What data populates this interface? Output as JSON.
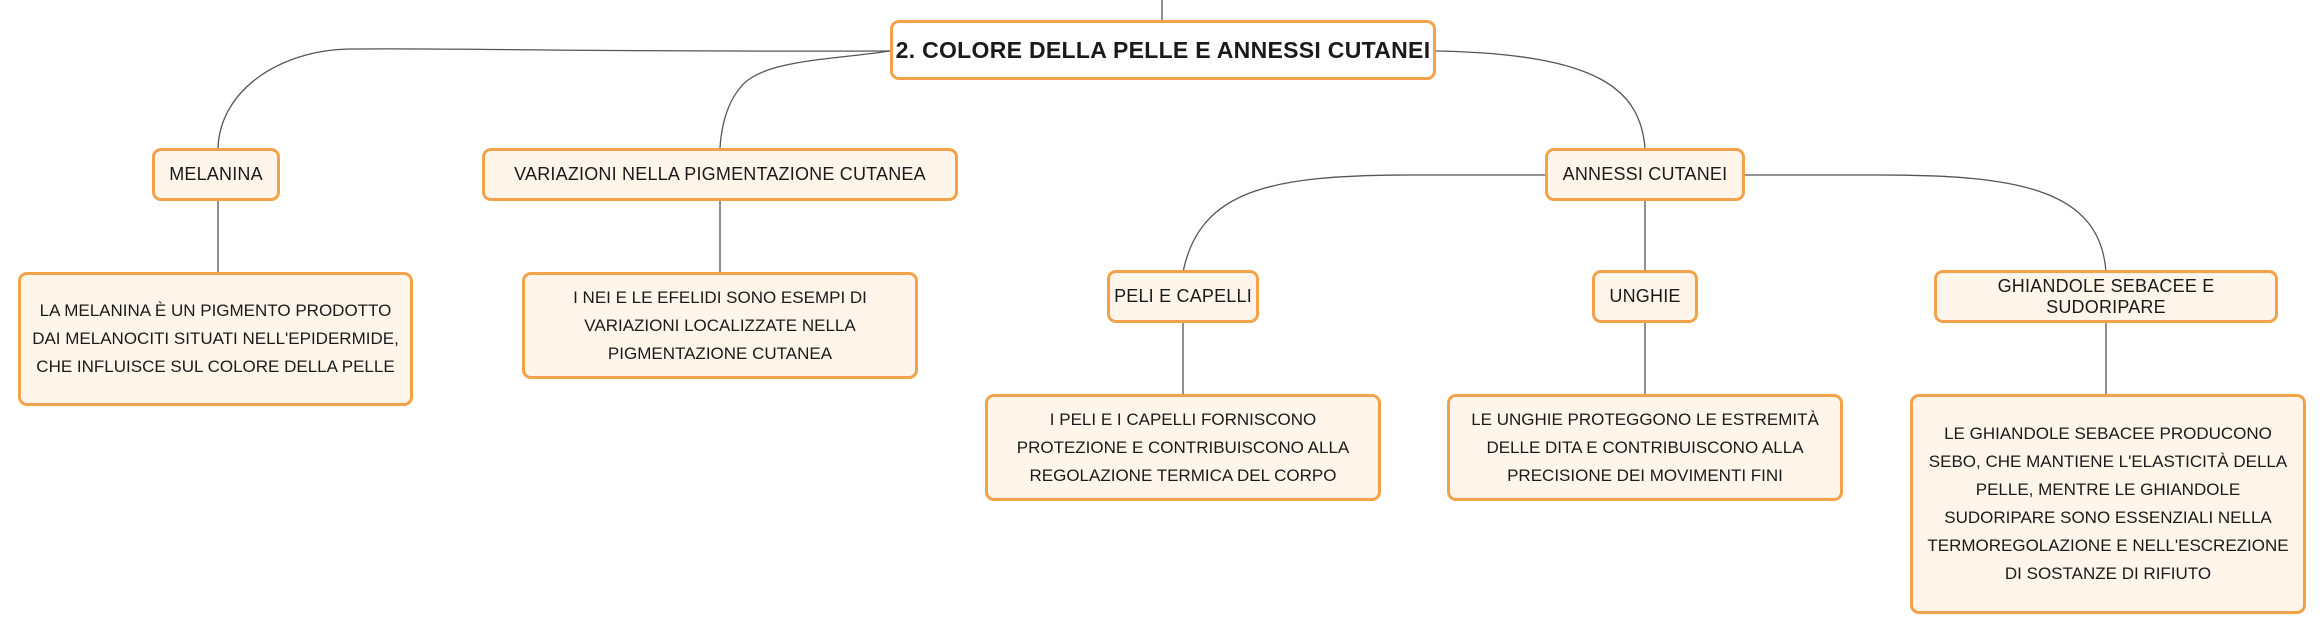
{
  "colors": {
    "border": "#f4a24a",
    "fill": "#fff5ea",
    "connector": "#555555"
  },
  "root": {
    "label": "2. COLORE DELLA PELLE E ANNESSI CUTANEI"
  },
  "branches": {
    "melanina": {
      "label": "MELANINA",
      "description": "LA MELANINA È UN PIGMENTO PRODOTTO DAI MELANOCITI SITUATI NELL'EPIDERMIDE, CHE INFLUISCE SUL COLORE DELLA PELLE"
    },
    "variazioni": {
      "label": "VARIAZIONI NELLA PIGMENTAZIONE CUTANEA",
      "description": "I NEI E LE EFELIDI SONO ESEMPI DI VARIAZIONI LOCALIZZATE NELLA PIGMENTAZIONE CUTANEA"
    },
    "annessi": {
      "label": "ANNESSI CUTANEI",
      "children": {
        "peli": {
          "label": "PELI E CAPELLI",
          "description": "I PELI E I CAPELLI FORNISCONO PROTEZIONE E CONTRIBUISCONO ALLA REGOLAZIONE TERMICA DEL CORPO"
        },
        "unghie": {
          "label": "UNGHIE",
          "description": "LE UNGHIE PROTEGGONO LE ESTREMITÀ DELLE DITA E CONTRIBUISCONO ALLA PRECISIONE DEI MOVIMENTI FINI"
        },
        "ghiandole": {
          "label": "GHIANDOLE SEBACEE E SUDORIPARE",
          "description": "LE GHIANDOLE SEBACEE PRODUCONO SEBO, CHE MANTIENE L'ELASTICITÀ DELLA PELLE, MENTRE LE GHIANDOLE SUDORIPARE SONO ESSENZIALI NELLA TERMOREGOLAZIONE E NELL'ESCREZIONE DI SOSTANZE DI RIFIUTO"
        }
      }
    }
  }
}
